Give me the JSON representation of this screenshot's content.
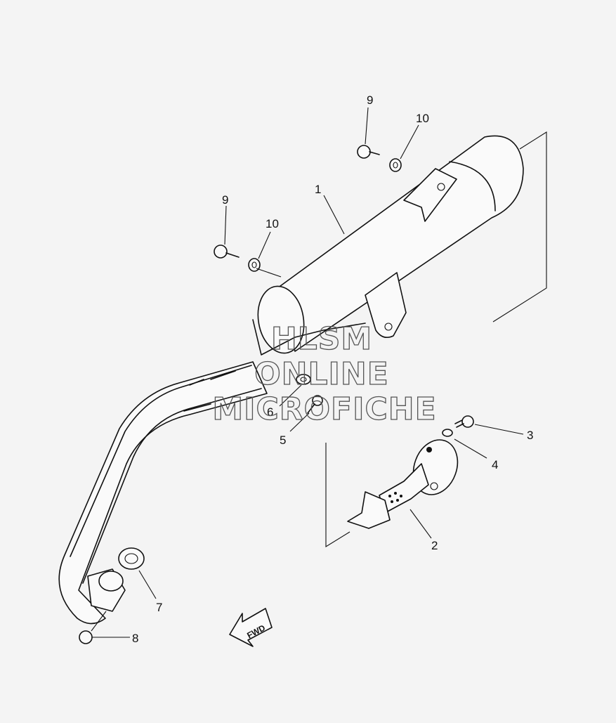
{
  "callouts": [
    {
      "id": "c1",
      "text": "1"
    },
    {
      "id": "c2",
      "text": "2"
    },
    {
      "id": "c3",
      "text": "3"
    },
    {
      "id": "c4",
      "text": "4"
    },
    {
      "id": "c5",
      "text": "5"
    },
    {
      "id": "c6",
      "text": "6"
    },
    {
      "id": "c7",
      "text": "7"
    },
    {
      "id": "c8",
      "text": "8"
    },
    {
      "id": "c9a",
      "text": "9"
    },
    {
      "id": "c9b",
      "text": "9"
    },
    {
      "id": "c10a",
      "text": "10"
    },
    {
      "id": "c10b",
      "text": "10"
    }
  ],
  "fwd_label": "FWD",
  "watermark": {
    "line1": "HLSM",
    "line2": "ONLINE",
    "line3": "MICROFICHE"
  }
}
